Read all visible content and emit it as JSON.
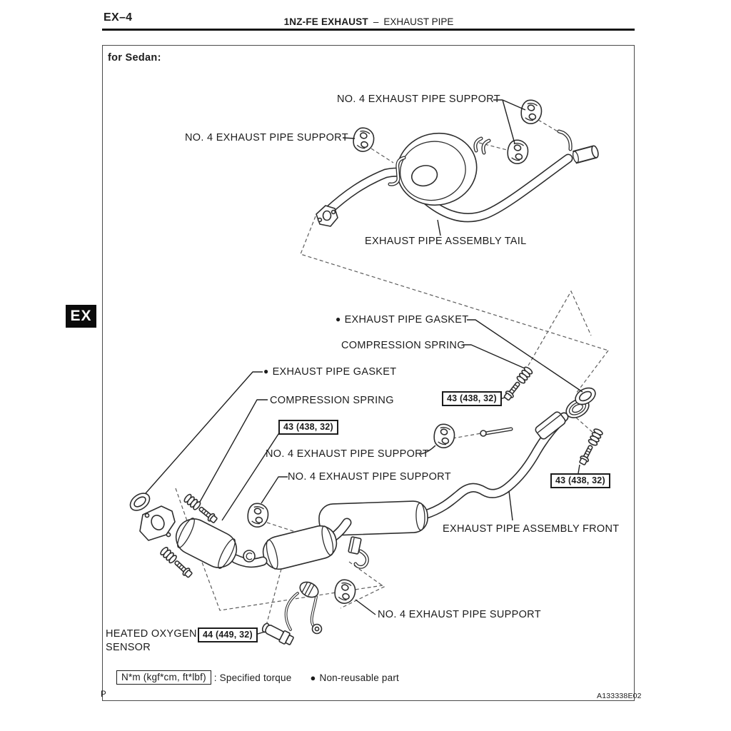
{
  "header": {
    "page_code": "EX–4",
    "section": "1NZ-FE EXHAUST",
    "separator": "–",
    "subsection": "EXHAUST PIPE"
  },
  "side_tab": "EX",
  "figure": {
    "variant": "for Sedan:",
    "bullet": "●",
    "labels": {
      "support_top_right": "NO. 4 EXHAUST PIPE SUPPORT",
      "support_top_left": "NO. 4 EXHAUST PIPE SUPPORT",
      "tail_assembly": "EXHAUST PIPE ASSEMBLY TAIL",
      "gasket_upper": "EXHAUST PIPE GASKET",
      "spring_upper": "COMPRESSION SPRING",
      "gasket_left": "EXHAUST PIPE GASKET",
      "spring_left": "COMPRESSION SPRING",
      "support_mid_upper": "NO. 4 EXHAUST PIPE SUPPORT",
      "support_mid_lower": "NO. 4 EXHAUST PIPE SUPPORT",
      "front_assembly": "EXHAUST PIPE ASSEMBLY FRONT",
      "support_bottom": "NO. 4 EXHAUST PIPE SUPPORT",
      "o2_sensor_line1": "HEATED OXYGEN",
      "o2_sensor_line2": "SENSOR"
    },
    "torques": {
      "joint_upper": "43 (438, 32)",
      "joint_left": "43 (438, 32)",
      "joint_right": "43 (438, 32)",
      "o2_sensor": "44 (449, 32)"
    },
    "legend": {
      "unit_box": "N*m (kgf*cm, ft*lbf)",
      "unit_desc": ": Specified torque",
      "nonreusable": "Non-reusable part"
    },
    "footer": {
      "page_marker": "P",
      "figure_code": "A133338E02"
    }
  }
}
